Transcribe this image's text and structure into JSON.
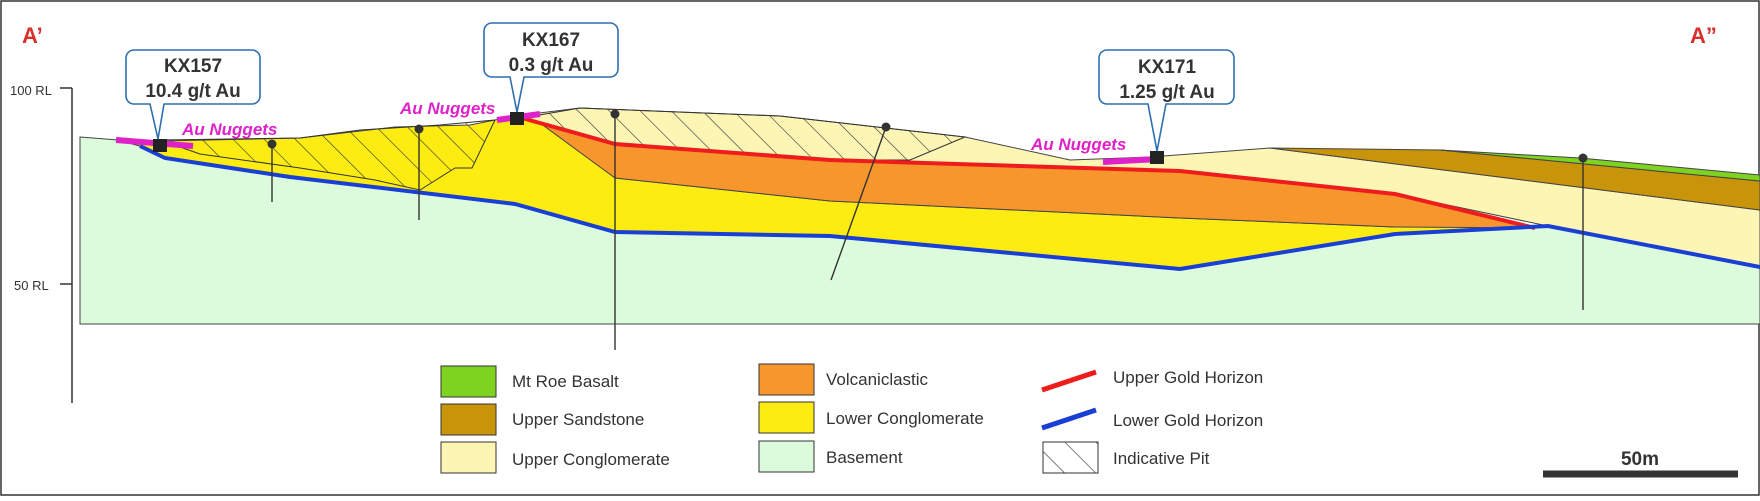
{
  "section": {
    "left_label": "A’",
    "right_label": "A”"
  },
  "axis": {
    "upper_label": "100 RL",
    "lower_label": "50 RL"
  },
  "colors": {
    "mt_roe_basalt": "#7ed321",
    "upper_sandstone": "#c8940a",
    "upper_conglomerate": "#fdf5b4",
    "volcaniclastic": "#f7962c",
    "lower_conglomerate": "#fcec12",
    "basement": "#dcfbdc",
    "upper_gold_horizon": "#ee1c1c",
    "lower_gold_horizon": "#1a3fd4",
    "au_nuggets": "#e020c8"
  },
  "callouts": [
    {
      "hole": "KX157",
      "grade": "10.4 g/t Au"
    },
    {
      "hole": "KX167",
      "grade": "0.3 g/t Au"
    },
    {
      "hole": "KX171",
      "grade": "1.25 g/t Au"
    }
  ],
  "nuggets": [
    "Au Nuggets",
    "Au Nuggets",
    "Au Nuggets"
  ],
  "legend": [
    {
      "label": "Mt Roe Basalt",
      "kind": "fill",
      "color": "#7ed321"
    },
    {
      "label": "Upper Sandstone",
      "kind": "fill",
      "color": "#c8940a"
    },
    {
      "label": "Upper Conglomerate",
      "kind": "fill",
      "color": "#fdf5b4"
    },
    {
      "label": "Volcaniclastic",
      "kind": "fill",
      "color": "#f7962c"
    },
    {
      "label": "Lower Conglomerate",
      "kind": "fill",
      "color": "#fcec12"
    },
    {
      "label": "Basement",
      "kind": "fill",
      "color": "#dcfbdc"
    },
    {
      "label": "Upper Gold Horizon",
      "kind": "line",
      "color": "#ee1c1c"
    },
    {
      "label": "Lower Gold Horizon",
      "kind": "line",
      "color": "#1a3fd4"
    },
    {
      "label": "Indicative Pit",
      "kind": "hatch",
      "color": "#ffffff"
    }
  ],
  "scale_bar": {
    "label": "50m"
  }
}
